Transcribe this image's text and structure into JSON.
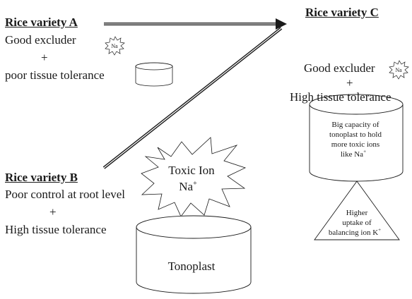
{
  "variety_a": {
    "title": "Rice variety A",
    "line1": "Good excluder",
    "plus": "+",
    "line2": "poor tissue tolerance"
  },
  "variety_b": {
    "title": "Rice variety B",
    "line1": "Poor control at root level",
    "plus": "+",
    "line2": "High tissue tolerance"
  },
  "variety_c": {
    "title": "Rice variety C",
    "line1": "Good excluder",
    "plus": "+",
    "line2": "High tissue tolerance"
  },
  "na_badge": "Na",
  "toxic_burst": {
    "line1": "Toxic Ion",
    "line2": "Na",
    "superscript": "+"
  },
  "tonoplast_label": "Tonoplast",
  "big_capacity": {
    "lines": [
      "Big capacity of",
      "tonoplast to hold",
      "more toxic ions",
      "like Na"
    ],
    "superscript": "+"
  },
  "higher_uptake": {
    "lines": [
      "Higher",
      "uptake of",
      "balancing ion K"
    ],
    "superscript": "+"
  },
  "colors": {
    "stroke": "#1a1a1a",
    "background": "#ffffff"
  },
  "icons": [
    "arrow-right-icon",
    "arrow-diagonal-icon",
    "na-burst-icon",
    "cylinder-icon",
    "triangle-icon"
  ]
}
